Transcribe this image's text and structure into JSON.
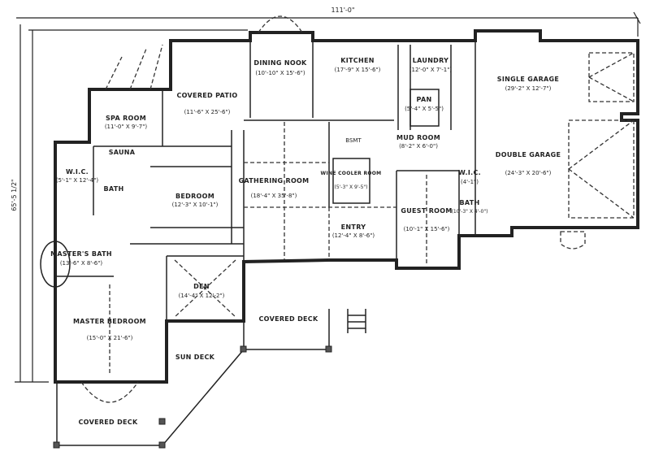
{
  "plan": {
    "overall_width": "111'-0\"",
    "overall_depth": "65'-5 1/2\"",
    "rooms": [
      {
        "name": "DINING NOOK",
        "size": "(10'-10\" X 15'-6\")"
      },
      {
        "name": "KITCHEN",
        "size": "(17'-9\" X 15'-6\")"
      },
      {
        "name": "LAUNDRY",
        "size": "(12'-0\" X 7'-1\")"
      },
      {
        "name": "PAN",
        "size": "(5'-4\" X 5'-5\")"
      },
      {
        "name": "SINGLE GARAGE",
        "size": "(29'-2\" X 12'-7\")"
      },
      {
        "name": "COVERED PATIO",
        "size": "(11'-6\" X 25'-6\")"
      },
      {
        "name": "SPA ROOM",
        "size": "(11'-0\" X 9'-7\")"
      },
      {
        "name": "SAUNA",
        "size": ""
      },
      {
        "name": "MUD ROOM",
        "size": "(8'-2\" X 6'-0\")"
      },
      {
        "name": "DOUBLE GARAGE",
        "size": "(24'-3\" X 20'-6\")"
      },
      {
        "name": "W.I.C.",
        "size": "(5'-1\" X 12'-4\")"
      },
      {
        "name": "BATH",
        "size": ""
      },
      {
        "name": "BEDROOM",
        "size": "(12'-3\" X 10'-1\")"
      },
      {
        "name": "GATHERING ROOM",
        "size": "(18'-4\" X 35'-8\")"
      },
      {
        "name": "WINE COOLER ROOM",
        "size": "(5'-3\" X 9'-5\")"
      },
      {
        "name": "W.I.C.",
        "size": "(4'-1\")"
      },
      {
        "name": "BATH",
        "size": "(10'-3\" X 4'-0\")"
      },
      {
        "name": "GUEST ROOM",
        "size": "(10'-1\" X 15'-6\")"
      },
      {
        "name": "ENTRY",
        "size": "(12'-4\" X 8'-6\")"
      },
      {
        "name": "MASTER'S BATH",
        "size": "(13'-6\" X 8'-6\")"
      },
      {
        "name": "DEN",
        "size": "(14'-4\" X 12'-2\")"
      },
      {
        "name": "MASTER BEDROOM",
        "size": "(15'-0\" X 21'-6\")"
      },
      {
        "name": "COVERED DECK",
        "size": ""
      },
      {
        "name": "SUN DECK",
        "size": ""
      },
      {
        "name": "COVERED DECK",
        "size": ""
      }
    ],
    "fixtures": {
      "bsmt": "BSMT"
    }
  },
  "colors": {
    "ink": "#222222",
    "paper": "#ffffff"
  }
}
